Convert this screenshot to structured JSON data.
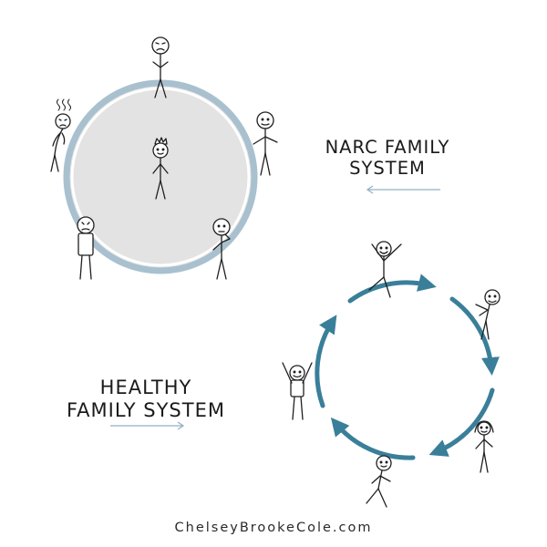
{
  "narc": {
    "label_line1": "NARC FAMILY",
    "label_line2": "SYSTEM"
  },
  "healthy": {
    "label_line1": "HEALTHY",
    "label_line2": "FAMILY SYSTEM"
  },
  "footer": {
    "credit": "ChelseyBrookeCole.com"
  },
  "colors": {
    "ring_blue": "#a9c0cf",
    "ring_fill": "#e3e3e3",
    "arrow_teal": "#3a7f9a",
    "pointer_blue": "#8fb0c3",
    "ink": "#1f1f1f"
  },
  "icons": [
    "stick-figure-icon",
    "crown-icon",
    "steam-icon",
    "arrow-left-icon",
    "arrow-right-icon",
    "circular-arrow-icon"
  ]
}
